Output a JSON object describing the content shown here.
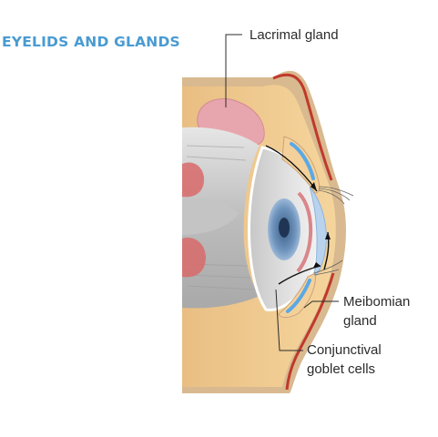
{
  "title": "EYELIDS AND GLANDS",
  "labels": {
    "lacrimal": "Lacrimal gland",
    "meibomian_1": "Meibomian",
    "meibomian_2": "gland",
    "conjunctival_1": "Conjunctival",
    "conjunctival_2": "goblet cells"
  },
  "colors": {
    "title": "#4a9bd2",
    "skin": "#f3c98a",
    "skin_outline": "#c9a27a",
    "lid_red": "#c0392b",
    "gland_pink": "#e6a0a8",
    "muscle_red": "#d45a5a",
    "eye_grey": "#cfcfcf",
    "iris": "#5b7fa6",
    "cornea": "#b9d3ee",
    "meibomian": "#5aa9e6"
  }
}
